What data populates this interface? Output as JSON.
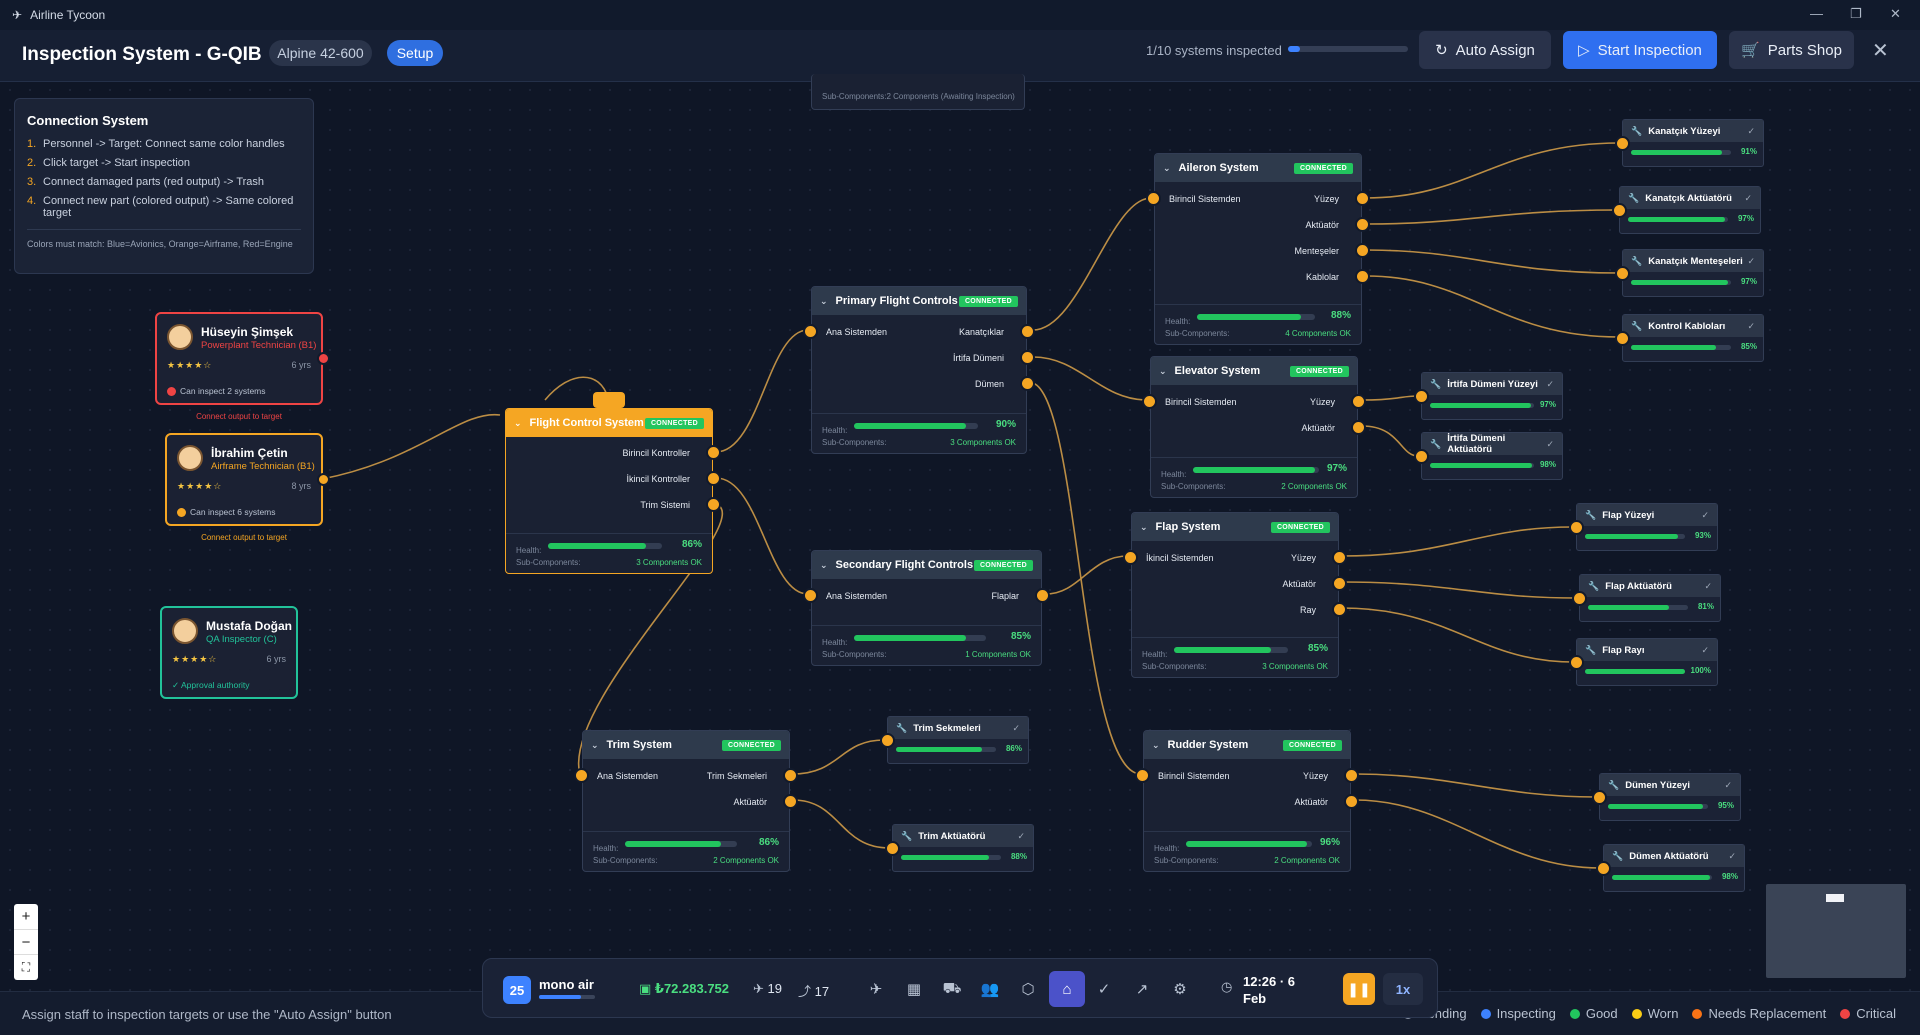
{
  "window": {
    "title": "Airline Tycoon"
  },
  "header": {
    "title": "Inspection System - G-QIB",
    "aircraft": "Alpine 42-600",
    "mode": "Setup",
    "inspected_text": "1/10 systems inspected",
    "inspected_fraction": 0.1,
    "auto_assign": "Auto Assign",
    "start_inspection": "Start Inspection",
    "parts_shop": "Parts Shop"
  },
  "help": {
    "title": "Connection System",
    "steps": [
      "Personnel -> Target: Connect same color handles",
      "Click target -> Start inspection",
      "Connect damaged parts (red output) -> Trash",
      "Connect new part (colored output) -> Same colored target"
    ],
    "note": "Colors must match: Blue=Avionics, Orange=Airframe, Red=Engine"
  },
  "staff": [
    {
      "name": "Hüseyin Şimşek",
      "role": "Powerplant Technician (B1)",
      "stars": "★★★★☆",
      "years": "6 yrs",
      "info": "Can inspect 2 systems",
      "hint": "Connect output to target",
      "color": "#ef4444"
    },
    {
      "name": "İbrahim Çetin",
      "role": "Airframe Technician (B1)",
      "stars": "★★★★☆",
      "years": "8 yrs",
      "info": "Can inspect 6 systems",
      "hint": "Connect output to target",
      "color": "#f5a623"
    },
    {
      "name": "Mustafa Doğan",
      "role": "QA Inspector (C)",
      "stars": "★★★★☆",
      "years": "6 yrs",
      "info": "✓ Approval authority",
      "color": "#22c39a"
    }
  ],
  "common": {
    "connected": "CONNECTED",
    "health": "Health:",
    "subcomponents": "Sub-Components:"
  },
  "ghost_node": {
    "text": "Sub-Components:2 Components (Awaiting Inspection)"
  },
  "nodes": {
    "fcs": {
      "title": "Flight Control System",
      "outputs": [
        "Birincil Kontroller",
        "İkincil Kontroller",
        "Trim Sistemi"
      ],
      "health": "86%",
      "sub": "3 Components OK"
    },
    "pfc": {
      "title": "Primary Flight Controls",
      "input": "Ana Sistemden",
      "outputs": [
        "Kanatçıklar",
        "İrtifa Dümeni",
        "Dümen"
      ],
      "health": "90%",
      "sub": "3 Components OK"
    },
    "sfc": {
      "title": "Secondary Flight Controls",
      "input": "Ana Sistemden",
      "outputs": [
        "Flaplar"
      ],
      "health": "85%",
      "sub": "1 Components OK"
    },
    "trim": {
      "title": "Trim System",
      "input": "Ana Sistemden",
      "outputs": [
        "Trim Sekmeleri",
        "Aktüatör"
      ],
      "health": "86%",
      "sub": "2 Components OK"
    },
    "ail": {
      "title": "Aileron System",
      "input": "Birincil Sistemden",
      "outputs": [
        "Yüzey",
        "Aktüatör",
        "Menteşeler",
        "Kablolar"
      ],
      "health": "88%",
      "sub": "4 Components OK"
    },
    "elev": {
      "title": "Elevator System",
      "input": "Birincil Sistemden",
      "outputs": [
        "Yüzey",
        "Aktüatör"
      ],
      "health": "97%",
      "sub": "2 Components OK"
    },
    "flap": {
      "title": "Flap System",
      "input": "İkincil Sistemden",
      "outputs": [
        "Yüzey",
        "Aktüatör",
        "Ray"
      ],
      "health": "85%",
      "sub": "3 Components OK"
    },
    "rud": {
      "title": "Rudder System",
      "input": "Birincil Sistemden",
      "outputs": [
        "Yüzey",
        "Aktüatör"
      ],
      "health": "96%",
      "sub": "2 Components OK"
    }
  },
  "parts": [
    {
      "id": "p1",
      "name": "Kanatçık Yüzeyi",
      "pct": "91%"
    },
    {
      "id": "p2",
      "name": "Kanatçık Aktüatörü",
      "pct": "97%"
    },
    {
      "id": "p3",
      "name": "Kanatçık Menteşeleri",
      "pct": "97%"
    },
    {
      "id": "p4",
      "name": "Kontrol Kabloları",
      "pct": "85%"
    },
    {
      "id": "p5",
      "name": "İrtifa Dümeni Yüzeyi",
      "pct": "97%"
    },
    {
      "id": "p6",
      "name": "İrtifa Dümeni Aktüatörü",
      "pct": "98%"
    },
    {
      "id": "p7",
      "name": "Flap Yüzeyi",
      "pct": "93%"
    },
    {
      "id": "p8",
      "name": "Flap Aktüatörü",
      "pct": "81%"
    },
    {
      "id": "p9",
      "name": "Flap Rayı",
      "pct": "100%"
    },
    {
      "id": "p10",
      "name": "Trim Sekmeleri",
      "pct": "86%"
    },
    {
      "id": "p11",
      "name": "Trim Aktüatörü",
      "pct": "88%"
    },
    {
      "id": "p12",
      "name": "Dümen Yüzeyi",
      "pct": "95%"
    },
    {
      "id": "p13",
      "name": "Dümen Aktüatörü",
      "pct": "98%"
    }
  ],
  "bottom": {
    "day": "25",
    "airline": "mono air",
    "money": "₺72.283.752",
    "planes": "19",
    "routes": "17",
    "time": "12:26 · 6",
    "date": "Feb",
    "speed": "1x"
  },
  "status": {
    "text": "Assign staff to inspection targets or use the \"Auto Assign\" button",
    "legend": [
      {
        "label": "Pending",
        "color": "#8b95a7"
      },
      {
        "label": "Inspecting",
        "color": "#3d82ff"
      },
      {
        "label": "Good",
        "color": "#22c55e"
      },
      {
        "label": "Worn",
        "color": "#facc15"
      },
      {
        "label": "Needs Replacement",
        "color": "#f97316"
      },
      {
        "label": "Critical",
        "color": "#ef4444"
      }
    ]
  },
  "colors": {
    "accent": "#2f6ff0",
    "handle": "#f5a623",
    "good": "#22c55e"
  }
}
